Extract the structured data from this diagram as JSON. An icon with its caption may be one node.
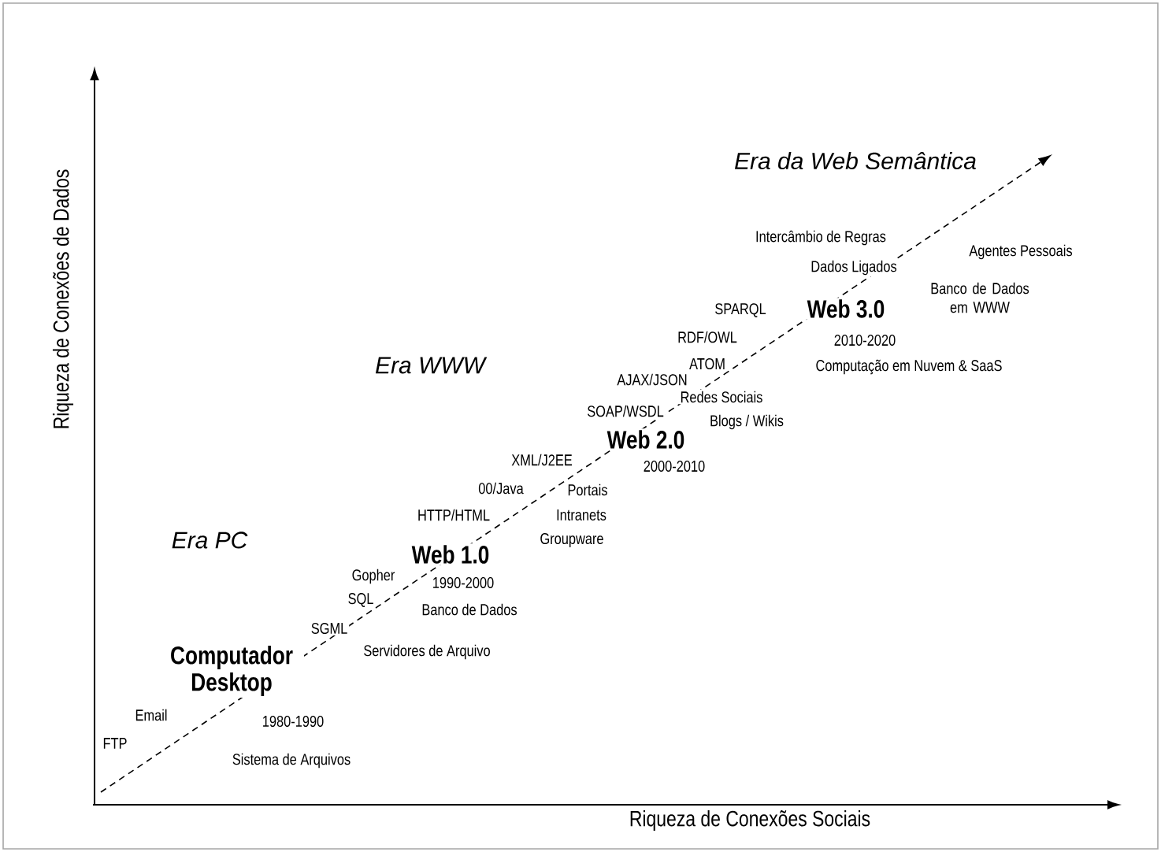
{
  "diagram": {
    "labels": [
      "Era da Web Semântica",
      "Intercâmbio de Regras",
      "Agentes Pessoais",
      "Dados Ligados",
      "Banco de Dados em WWW",
      "SPARQL",
      "Web 3.0",
      "RDF/OWL",
      "2010-2020",
      "ATOM",
      "Computação em Nuvem & SaaS",
      "AJAX/JSON",
      "Redes Sociais",
      "SOAP/WSDL",
      "Blogs / Wikis",
      "Era WWW",
      "Web 2.0",
      "XML/J2EE",
      "2000-2010",
      "00/Java",
      "Portais",
      "HTTP/HTML",
      "Intranets",
      "Groupware",
      "Web 1.0",
      "Era PC",
      "Gopher",
      "1990-2000",
      "SQL",
      "Banco de Dados",
      "SGML",
      "Computador Desktop",
      "Servidores de Arquivo",
      "Email",
      "1980-1990",
      "FTP",
      "Sistema de Arquivos",
      "Riqueza de Conexões de Dados",
      "Riqueza de Conexões Sociais"
    ]
  }
}
